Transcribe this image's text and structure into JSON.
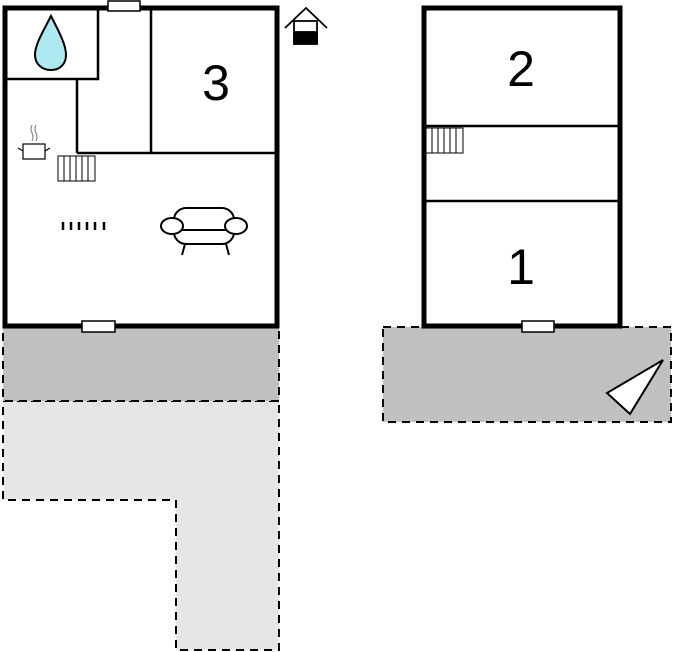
{
  "rooms": {
    "left_bedroom_label": "3",
    "right_top_bedroom_label": "2",
    "right_bottom_bedroom_label": "1"
  },
  "colors": {
    "wall": "#000000",
    "terrace_dark": "#c0c0c0",
    "terrace_light": "#e6e6e6",
    "water_drop": "#aee8f0"
  },
  "icons": [
    "water-drop-icon",
    "house-entrance-icon",
    "cooking-pot-icon",
    "radiator-icon",
    "sofa-icon",
    "compass-triangle-icon",
    "window-icon"
  ]
}
